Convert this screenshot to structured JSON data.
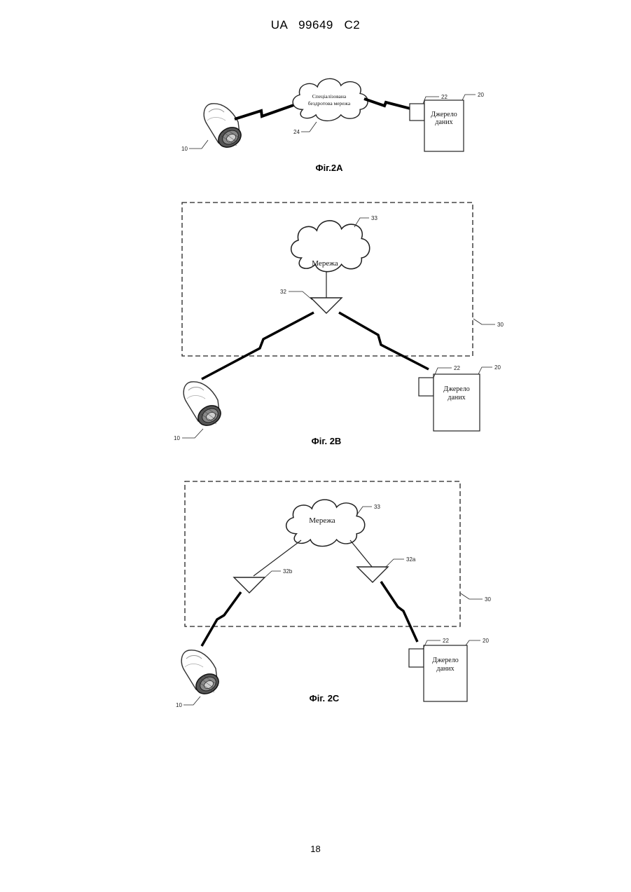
{
  "header": {
    "doc_number": "UA   99649   C2"
  },
  "page_number": "18",
  "fig_2a": {
    "caption": "Фіг.2А",
    "network_label_line1": "Спеціалізована",
    "network_label_line2": "бездротова мережа",
    "source_label_line1": "Джерело",
    "source_label_line2": "даних",
    "ref_device": "10",
    "ref_network": "24",
    "ref_port": "22",
    "ref_source": "20"
  },
  "fig_2b": {
    "caption": "Фіг. 2В",
    "network_label": "Мережа",
    "source_label_line1": "Джерело",
    "source_label_line2": "даних",
    "ref_device": "10",
    "ref_network": "33",
    "ref_antenna": "32",
    "ref_boundary": "30",
    "ref_port": "22",
    "ref_source": "20"
  },
  "fig_2c": {
    "caption": "Фіг. 2С",
    "network_label": "Мережа",
    "source_label_line1": "Джерело",
    "source_label_line2": "даних",
    "ref_device": "10",
    "ref_network": "33",
    "ref_antenna_a": "32а",
    "ref_antenna_b": "32b",
    "ref_boundary": "30",
    "ref_port": "22",
    "ref_source": "20"
  }
}
